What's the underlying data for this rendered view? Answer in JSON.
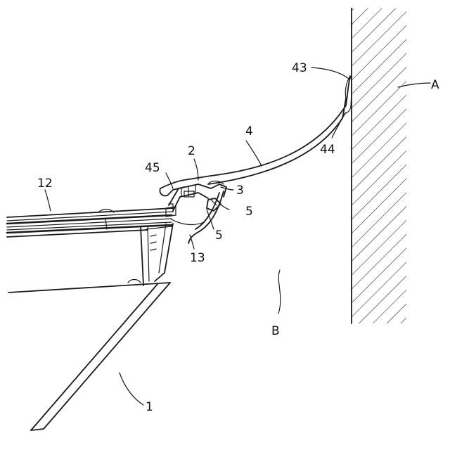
{
  "labels": {
    "l1": "1",
    "l2": "2",
    "l3": "3",
    "l4": "4",
    "l5a": "5",
    "l5b": "5",
    "l12": "12",
    "l13": "13",
    "l43": "43",
    "l44": "44",
    "l45": "45",
    "lA": "A",
    "lB": "B"
  },
  "colors": {
    "ink": "#1a1a1a",
    "background": "#ffffff"
  }
}
